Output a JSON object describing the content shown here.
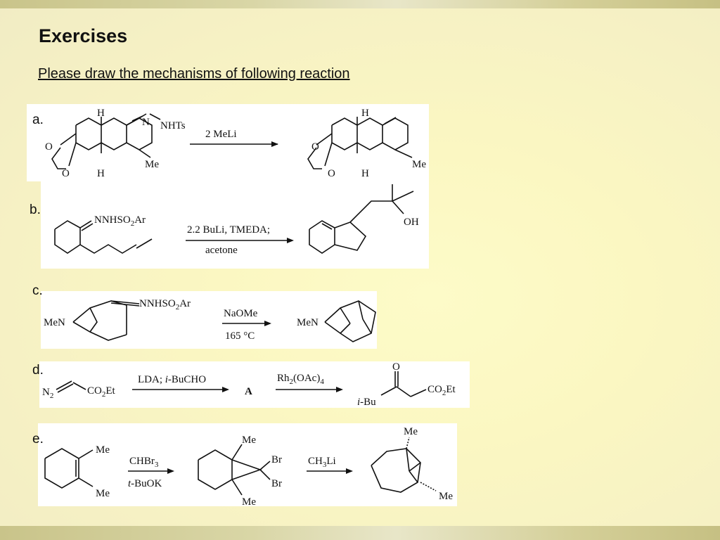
{
  "slide": {
    "title": "Exercises",
    "subtitle": "Please draw the mechanisms of following reaction"
  },
  "reactions": {
    "a": {
      "label": "a.",
      "reagent": "2   MeLi",
      "sm": {
        "h_top": "H",
        "h_bottom": "H",
        "o_top": "O",
        "o_bottom": "O",
        "n": "N",
        "nhts": "NHTs",
        "me": "Me"
      },
      "product": {
        "h_top": "H",
        "h_bottom": "H",
        "o_top": "O",
        "o_bottom": "O",
        "me": "Me"
      }
    },
    "b": {
      "label": "b.",
      "reagent_top": "2.2 BuLi, TMEDA;",
      "reagent_bottom": "acetone",
      "sm": {
        "hydrazone_pre": "NNHSO",
        "hydrazone_sub": "2",
        "hydrazone_post": "Ar"
      },
      "product": {
        "oh": "OH"
      }
    },
    "c": {
      "label": "c.",
      "reagent_top": "NaOMe",
      "reagent_bottom": "165 °C",
      "sm": {
        "men": "MeN",
        "hydrazone_pre": "NNHSO",
        "hydrazone_sub": "2",
        "hydrazone_post": "Ar"
      },
      "product": {
        "men": "MeN"
      }
    },
    "d": {
      "label": "d.",
      "reagent1_pre": "LDA; ",
      "reagent1_italic": "i",
      "reagent1_post": "-BuCHO",
      "intermediate": "A",
      "reagent2_pre": "Rh",
      "reagent2_sub1": "2",
      "reagent2_mid": "(OAc)",
      "reagent2_sub2": "4",
      "sm": {
        "n": "N",
        "n_sub": "2",
        "co2et_pre": "CO",
        "co2et_sub": "2",
        "co2et_post": "Et"
      },
      "product": {
        "o": "O",
        "ibu_italic": "i",
        "ibu_post": "-Bu",
        "co2et_pre": "CO",
        "co2et_sub": "2",
        "co2et_post": "Et"
      }
    },
    "e": {
      "label": "e.",
      "reagent1_pre": "CHBr",
      "reagent1_sub": "3",
      "reagent1b_italic": "t",
      "reagent1b_post": "-BuOK",
      "reagent2_pre": "CH",
      "reagent2_sub": "3",
      "reagent2_post": "Li",
      "sm": {
        "me_top": "Me",
        "me_bottom": "Me"
      },
      "intermediate": {
        "me_top": "Me",
        "me_bottom": "Me",
        "br1": "Br",
        "br2": "Br"
      },
      "product": {
        "me_top": "Me",
        "me_bottom": "Me"
      }
    }
  }
}
